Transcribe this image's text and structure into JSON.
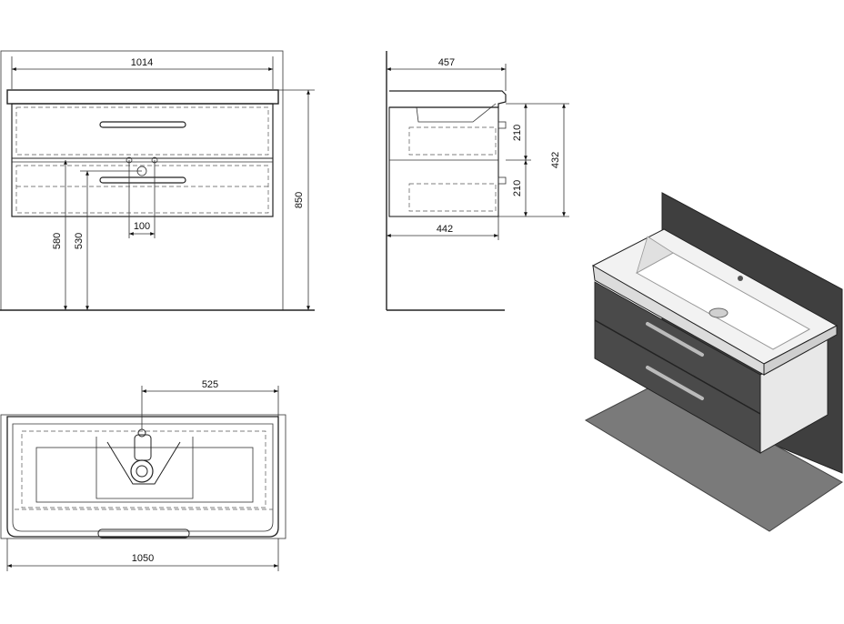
{
  "front_view": {
    "width_label": "1014",
    "height_label": "850",
    "floor_580_label": "580",
    "floor_530_label": "530",
    "offset_label": "100"
  },
  "side_view": {
    "depth_top_label": "457",
    "depth_bottom_label": "442",
    "drawer1_label": "210",
    "drawer2_label": "210",
    "total_label": "432"
  },
  "top_view": {
    "half_label": "525",
    "width_label": "1050"
  },
  "colors": {
    "line": "#222222",
    "wall": "#3f3f3f",
    "floor": "#7a7a7a",
    "cabinet": "#4a4a4a",
    "basin": "#f2f2f2"
  }
}
